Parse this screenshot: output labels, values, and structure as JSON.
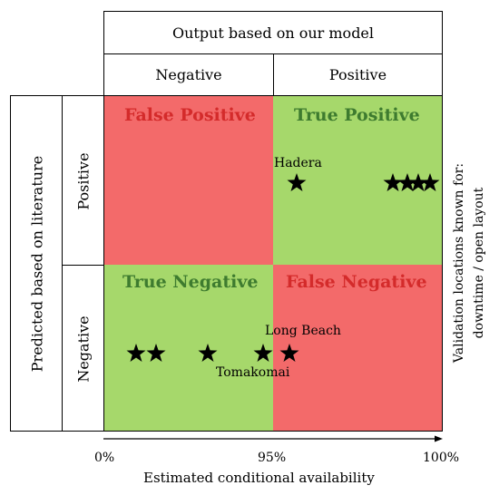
{
  "header": {
    "output_title": "Output based on our model",
    "col_negative": "Negative",
    "col_positive": "Positive"
  },
  "left": {
    "predicted_title": "Predicted based on literature",
    "row_positive": "Positive",
    "row_negative": "Negative"
  },
  "right": {
    "line1": "Validation locations known for:",
    "line2": "downtime / open layout"
  },
  "quadrants": {
    "top_left": {
      "label": "False Positive",
      "fill": "#f36a6a",
      "text_color": "#d42b2b"
    },
    "top_right": {
      "label": "True Positive",
      "fill": "#a6d86b",
      "text_color": "#3e7b2f"
    },
    "bottom_left": {
      "label": "True Negative",
      "fill": "#a6d86b",
      "text_color": "#3e7b2f"
    },
    "bottom_right": {
      "label": "False Negative",
      "fill": "#f36a6a",
      "text_color": "#d42b2b"
    }
  },
  "axis": {
    "label": "Estimated conditional availability",
    "ticks": [
      "0%",
      "95%",
      "100%"
    ]
  },
  "annotations": {
    "hadera": "Hadera",
    "long_beach": "Long Beach",
    "tomakomai": "Tomakomai"
  },
  "icons": {
    "marker": "star-icon"
  }
}
